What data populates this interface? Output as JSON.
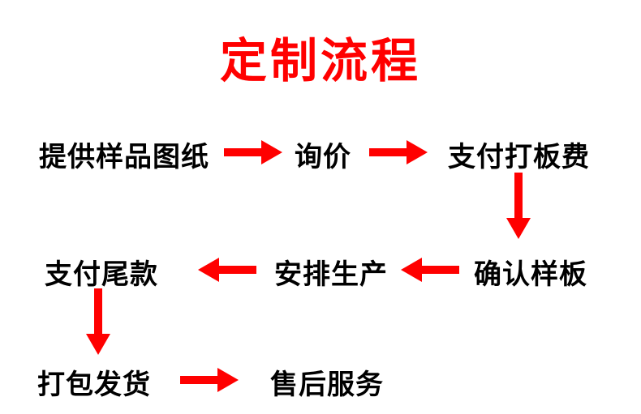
{
  "title": "定制流程",
  "colors": {
    "accent": "#ff0000",
    "text": "#000000",
    "background": "#ffffff"
  },
  "steps": {
    "provide_sample": "提供样品图纸",
    "inquiry": "询价",
    "pay_sample_fee": "支付打板费",
    "confirm_sample": "确认样板",
    "arrange_production": "安排生产",
    "pay_balance": "支付尾款",
    "pack_ship": "打包发货",
    "after_sale": "售后服务"
  }
}
